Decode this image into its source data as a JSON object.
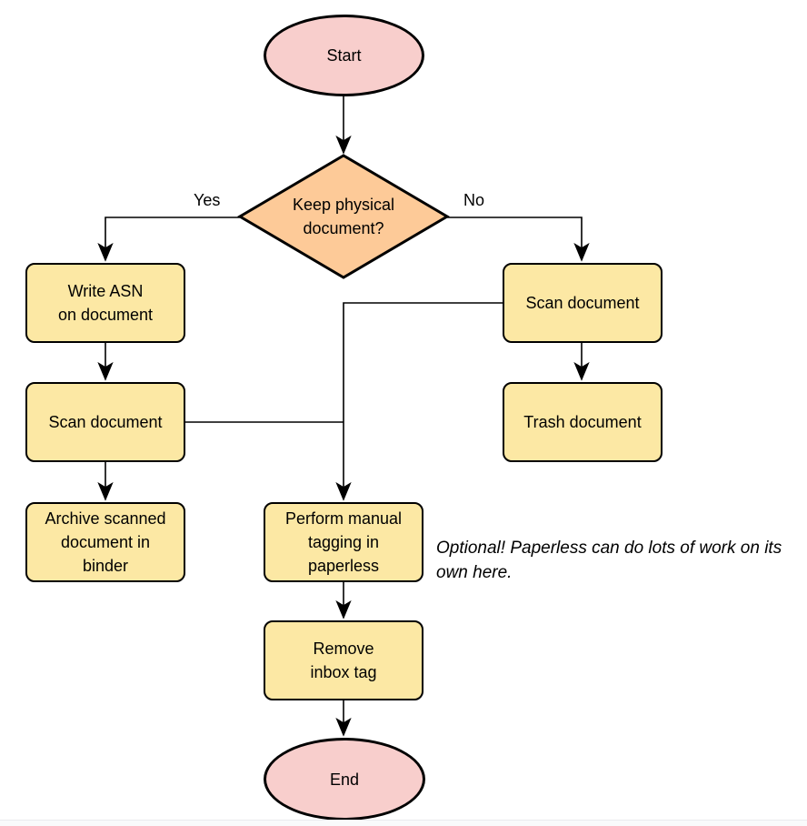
{
  "diagram": {
    "type": "flowchart",
    "nodes": {
      "start": {
        "label": "Start",
        "shape": "terminator"
      },
      "decision": {
        "label": "Keep physical\ndocument?",
        "shape": "decision"
      },
      "write_asn": {
        "label": "Write ASN\non document",
        "shape": "process"
      },
      "scan_left": {
        "label": "Scan document",
        "shape": "process"
      },
      "archive": {
        "label": "Archive scanned\ndocument in\nbinder",
        "shape": "process"
      },
      "scan_right": {
        "label": "Scan document",
        "shape": "process"
      },
      "trash": {
        "label": "Trash document",
        "shape": "process"
      },
      "tagging": {
        "label": "Perform manual\ntagging in\npaperless",
        "shape": "process"
      },
      "remove_inbox": {
        "label": "Remove\ninbox tag",
        "shape": "process"
      },
      "end": {
        "label": "End",
        "shape": "terminator"
      }
    },
    "edges": [
      {
        "from": "start",
        "to": "decision"
      },
      {
        "from": "decision",
        "to": "write_asn",
        "label": "Yes"
      },
      {
        "from": "decision",
        "to": "scan_right",
        "label": "No"
      },
      {
        "from": "write_asn",
        "to": "scan_left"
      },
      {
        "from": "scan_left",
        "to": "archive"
      },
      {
        "from": "scan_left",
        "to": "tagging"
      },
      {
        "from": "scan_right",
        "to": "tagging"
      },
      {
        "from": "scan_right",
        "to": "trash"
      },
      {
        "from": "tagging",
        "to": "remove_inbox"
      },
      {
        "from": "remove_inbox",
        "to": "end"
      }
    ],
    "edge_labels": {
      "yes": "Yes",
      "no": "No"
    },
    "annotation": "Optional! Paperless can do lots of work on its own here.",
    "colors": {
      "page_bg": "#ffffff",
      "terminator_fill": "#f8cecc",
      "decision_fill": "#fdca98",
      "process_fill": "#fce8a4",
      "stroke": "#000000",
      "text": "#000000"
    }
  }
}
